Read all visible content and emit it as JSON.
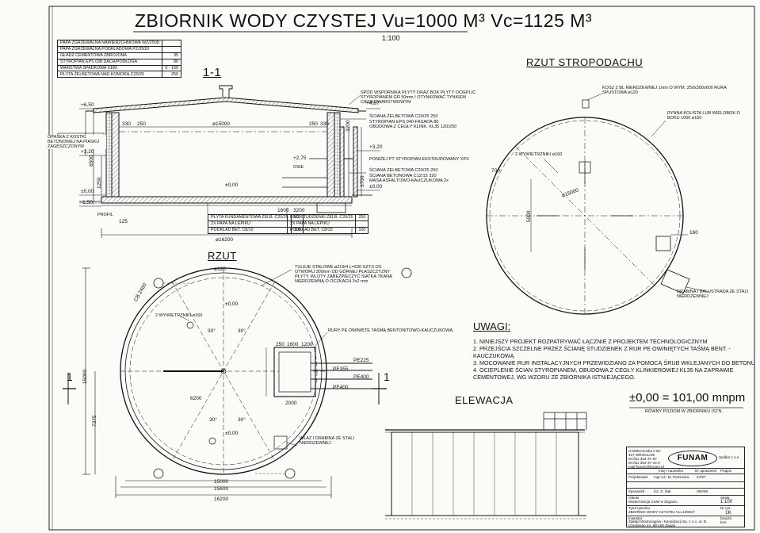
{
  "title": {
    "main": "ZBIORNIK WODY CZYSTEJ  Vu=1000 M³  Vc=1125 M³",
    "scale": "1:100"
  },
  "views": {
    "section": "1-1",
    "plan": "RZUT",
    "roof": "RZUT STROPODACHU",
    "elevation": "ELEWACJA",
    "section_mark": "1"
  },
  "roof_layers": [
    {
      "name": "PAPA ZGRZEWALNA NAWIERZCHNIOWA WZ/250D",
      "value": ""
    },
    {
      "name": "PAPA ZGRZEWALNA PODKŁADOWA PZ/250D",
      "value": ""
    },
    {
      "name": "GŁADŹ CEMENTOWA ZBROJONA",
      "value": "35"
    },
    {
      "name": "STYROPIAN EPS 038 DACH/PODŁOGA",
      "value": "80"
    },
    {
      "name": "WARSTWA SPADKOWA CEM.",
      "value": "0 - 160"
    },
    {
      "name": "PŁYTA ŻELBETOWA NAD KOMORĄ C20/25",
      "value": "250"
    }
  ],
  "wall_layers": [
    {
      "name": "ŚCIANA ŻELBETOWA C20/25",
      "value": "250"
    },
    {
      "name": "STYROPIAN EPS 040-FASADA",
      "value": "80"
    },
    {
      "name": "OBUDOWA Z CEGŁY KLINK. KL35",
      "value": "120/250"
    }
  ],
  "inner_layers": [
    {
      "name": "ŚCIANA ŻELBETOWA C20/25",
      "value": "250"
    },
    {
      "name": "ŚCIANA BETONOWA C12/15",
      "value": "320"
    },
    {
      "name": "MASA ASFALTOWO-KAUCZUKOWA 2x",
      "value": ""
    }
  ],
  "base_layers": [
    {
      "name": "PŁYTA FUNDAMENTOWA ŻELB. C20/25",
      "value": "500"
    },
    {
      "name": "2X PAPA NA LEPIKU",
      "value": ""
    },
    {
      "name": "PODKŁAD BET. C8/10",
      "value": "100"
    }
  ],
  "sump_layers": [
    {
      "name": "DNO STUDZIENKI ŻELB. C20/25",
      "value": "250"
    },
    {
      "name": "2X PAPA NA LEPIKU",
      "value": ""
    },
    {
      "name": "PODKŁAD BET. C8/10",
      "value": "100"
    }
  ],
  "section_notes": {
    "top_support": "SPÓD WSPORNIKA PŁYTY ORAZ BOK PŁYTY OCIEPLIĆ STYROPIANEM GR 50mm I OTYNKOWAĆ TYNKIEM CIENKOWARSTWOWYM",
    "ground": "OPASKA Z KOSTKI BETONOWEJ NA PIASKU ZAGĘSZCZONYM",
    "below_insul": "PONIŻEJ PT STYROPIAN EKSTRUDOWANY XPS",
    "profile": "PROFIL",
    "stairs_note": "OSIE"
  },
  "section_dims": {
    "top_left": "+6,50",
    "lvl_487": "+4,87",
    "lvl_320": "+3,20",
    "lvl_275": "+2,75",
    "zero": "±0,00",
    "minus_150": "-1,50",
    "d330": "330",
    "d250": "250",
    "d15000": "ø15000",
    "d16200": "ø16200",
    "d1600": "1600",
    "d3200": "3200",
    "d125": "125",
    "h3200": "3200",
    "h6500": "6500",
    "h3700": "3700",
    "h1250": "1250"
  },
  "plan_notes": {
    "handrail_note": "TULEJE STALOWE ø219/4 L=630 SZT.6 OS OTWORU 300mm OD GÓRNEJ PŁASZCZYZNY PŁYTY, WLOTY ZABEZPIECZYĆ SIATKĄ TKANĄ NIERDZEWNĄ O OCZKACH 2x2 mm",
    "vent": "2 WYWIETRZNIKI ø160",
    "pipes_note": "RURY PE OWINIĘTE TAŚMĄ BENTONITOWO-KAUCZUKOWĄ",
    "ladder": "WŁAZ I DRABINA ZE STALI NIERDZEWNEJ",
    "pe225": "PE225",
    "pe355": "PE355",
    "pe400a": "PE400",
    "pe400b": "PE400",
    "a120": "ø120",
    "d15000": "15000",
    "d15600": "15600",
    "d16200": "16200",
    "d7375": "7375",
    "d15000v": "15000",
    "d6200": "6200",
    "d2000": "2000",
    "d250": "250",
    "d1600": "1600",
    "d1200": "1200",
    "zero": "±0,00",
    "angle30": "30°",
    "cb": "CB 2460"
  },
  "roof_notes": {
    "gully": "KOSZ Z BL NIERDZEWNEJ 1mm O WYM. 250x300x600 RURA SPUSTOWA ø120",
    "gutter": "RYNNA KOLISTA LUB WIELOBOK O BOKU 1000  ø150",
    "vent": "2 WYWIETRZNIKI ø160",
    "rail": "DRABINA I BALUSTRADA ZE STALI NIERDZEWNEJ",
    "d15000": "ø15000",
    "d700": "700",
    "d5000": "5000",
    "d160": "160"
  },
  "notes": {
    "heading": "UWAGI:",
    "items": [
      "1. NINIEJSZY PROJEKT ROZPATRYWAĆ ŁĄCZNIE Z PROJEKTEM TECHNOLOGICZNYM",
      "2. PRZEJŚCIA SZCZELNE PRZEZ ŚCIANĘ STUDZIENEK Z RUR PE OWINIĘTYCH TAŚMĄ BENT. - KAUCZUKOWĄ",
      "3. MOCOWANIE RUR INSTALACYJNYCH PRZEWIDZIANO ZA POMOCĄ ŚRUB WKLEJANYCH DO BETONU",
      "4. OCIEPLENIE ŚCIAN STYROPIANEM, OBUDOWA Z CEGŁY KLINKIEROWEJ KL35 NA ZAPRAWIE CEMENTOWEJ, WG WZORU ZE ZBIORNIKA ISTNIEJĄCEGO."
    ]
  },
  "reference": {
    "level": "±0,00 = 101,00 mnpm",
    "sub": "RÓWNY POZIOM W ZBIORNIKU ISTN."
  },
  "title_block": {
    "address": "ul.Mokronoska 2 52-407 WROCŁAW tel./fax 364-37-57 tel./fax 364-37-44 e-mail funam@funam.pl",
    "company": "FUNAM",
    "company_sub": "Spółka z o.o.",
    "col_labels": [
      "Imię i nazwisko",
      "Nr uprawnień",
      "Podpis"
    ],
    "designer_role": "Projektował",
    "designer_name": "mgr inż. M. Pomiecka",
    "designer_no": "57/87",
    "drafter_role": "Sprawdził",
    "drafter_name": "inż. Z. Żak",
    "drafter_no": "356/96",
    "object_label": "Obiekt",
    "object_name": "Modernizacja SUW w Żaganiu",
    "scale_label": "Skala",
    "scale_value": "1:100",
    "drawing_label": "Tytuł rysunku",
    "drawing_name": "ZBIORNIK WODY CZYSTEJ Vu=1000m³",
    "drawing_no_label": "Nr rys.",
    "drawing_no": "1K",
    "investor_label": "Inwestor",
    "investor_name": "Zakład Wodociągów i Kanalizacji Sp. z o.o. ul. B. Chrobrego 44, 68-100 Żagań",
    "branch_label": "branża",
    "branch_value": "kon."
  },
  "colors": {
    "ink": "#111111",
    "paper": "#fbfbf8",
    "hatch": "#555555"
  }
}
